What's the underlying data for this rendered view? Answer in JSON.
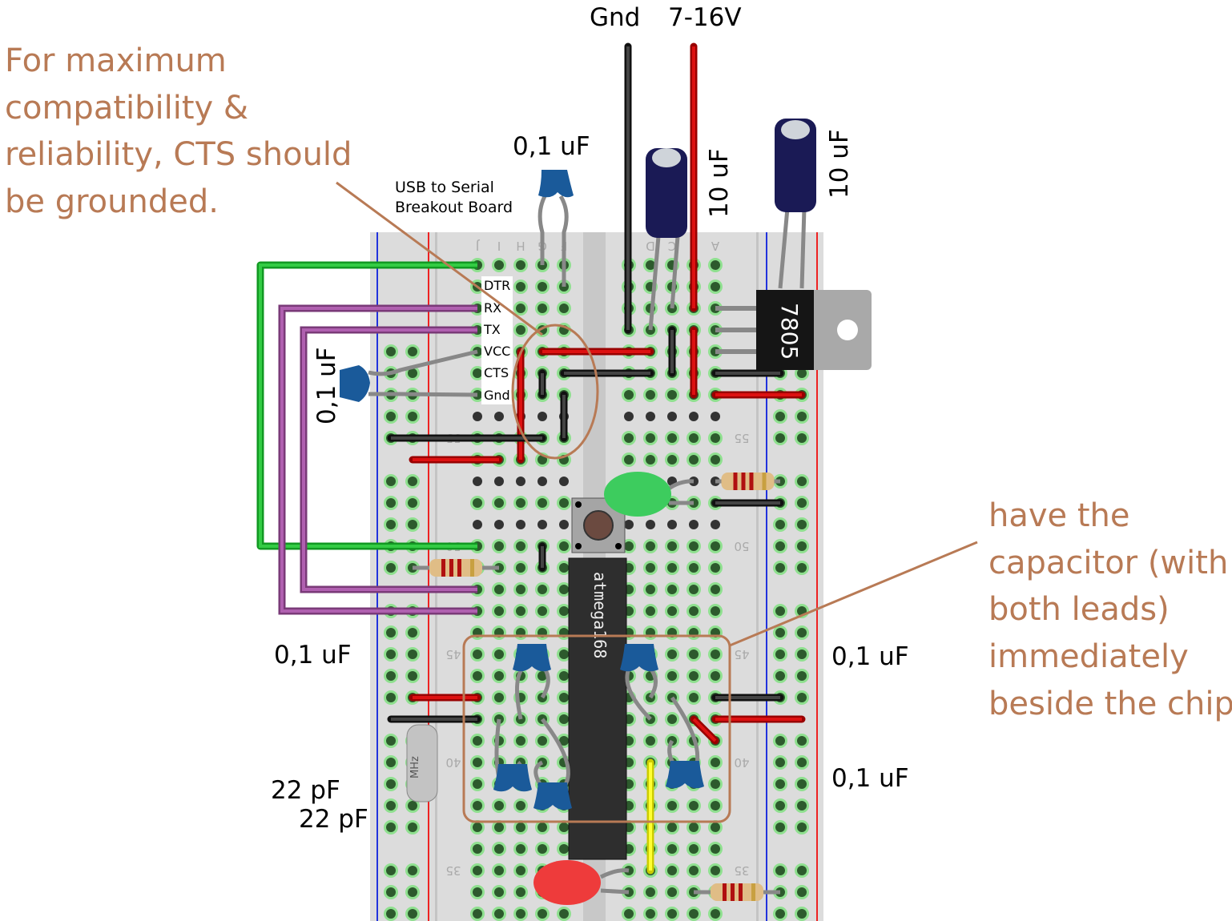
{
  "power_labels": {
    "gnd": "Gnd",
    "vin": "7-16V"
  },
  "note_left": [
    "For maximum",
    "compatibility &",
    "reliability, CTS should",
    "be grounded."
  ],
  "note_right": [
    "have the",
    "capacitor (with",
    "both leads)",
    "immediately",
    "beside the chip"
  ],
  "usb_board": {
    "title_line1": "USB to Serial",
    "title_line2": "Breakout Board",
    "pins": [
      "DTR",
      "RX",
      "TX",
      "VCC",
      "CTS",
      "Gnd"
    ]
  },
  "component_labels": {
    "cap_top": "0,1 uF",
    "cap_elec_1": "10 uF",
    "cap_elec_2": "10 uF",
    "cap_left_rotated": "0,1 uF",
    "cap_left_bottom": "0,1 uF",
    "cap_right_1": "0,1 uF",
    "cap_right_2": "0,1 uF",
    "crystal_cap_1": "22 pF",
    "crystal_cap_2": "22 pF",
    "regulator": "7805",
    "chip": "atmega168",
    "crystal": "MHz"
  },
  "breadboard": {
    "column_letters": [
      "J",
      "I",
      "H",
      "G",
      "F",
      "E",
      "D",
      "C",
      "B",
      "A"
    ],
    "row_numbers": [
      "55",
      "50",
      "45",
      "40",
      "35"
    ]
  },
  "colors": {
    "annotation": "#b87a55",
    "power_wire": "#cc0000",
    "ground_wire": "#222222",
    "dtr_wire": "#22bb33",
    "serial_wires": "#a24fa0",
    "led_green": "#33cc55",
    "led_red": "#ee3333",
    "cap_ceramic": "#1a5a9a",
    "cap_electrolytic": "#1a1a55"
  }
}
